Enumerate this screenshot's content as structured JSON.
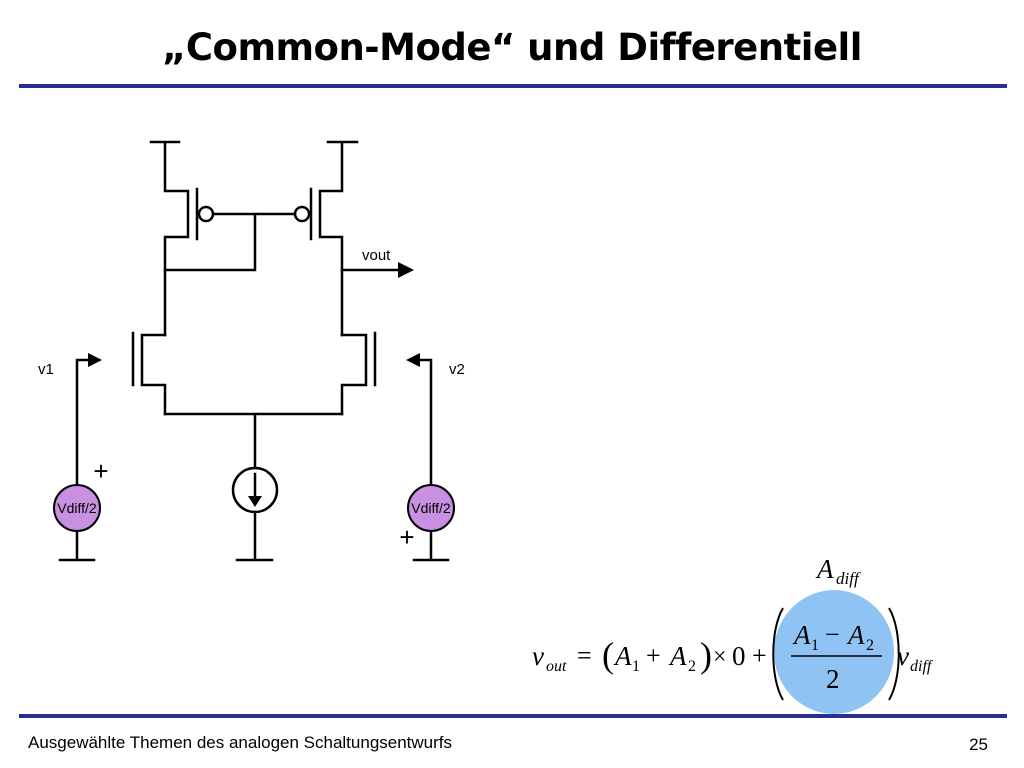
{
  "slide": {
    "title": "„Common-Mode“ und Differentiell",
    "footer_text": "Ausgewählte Themen des analogen Schaltungsentwurfs",
    "page_number": "25"
  },
  "circuit": {
    "label_vout": "vout",
    "label_v1": "v1",
    "label_v2": "v2",
    "source_left_label": "Vdiff/2",
    "source_right_label": "Vdiff/2",
    "polarity_left": "+",
    "polarity_right": "+"
  },
  "formula": {
    "v": "v",
    "out": "out",
    "eq": "=",
    "A": "A",
    "one": "1",
    "two": "2",
    "plus": "+",
    "minus": "−",
    "times": "×",
    "zero": "0",
    "denominator": "2",
    "diff": "diff"
  },
  "colors": {
    "rule": "#2a2e8c",
    "source_fill": "#c98fe0",
    "highlight_fill": "#8ec3f4"
  }
}
